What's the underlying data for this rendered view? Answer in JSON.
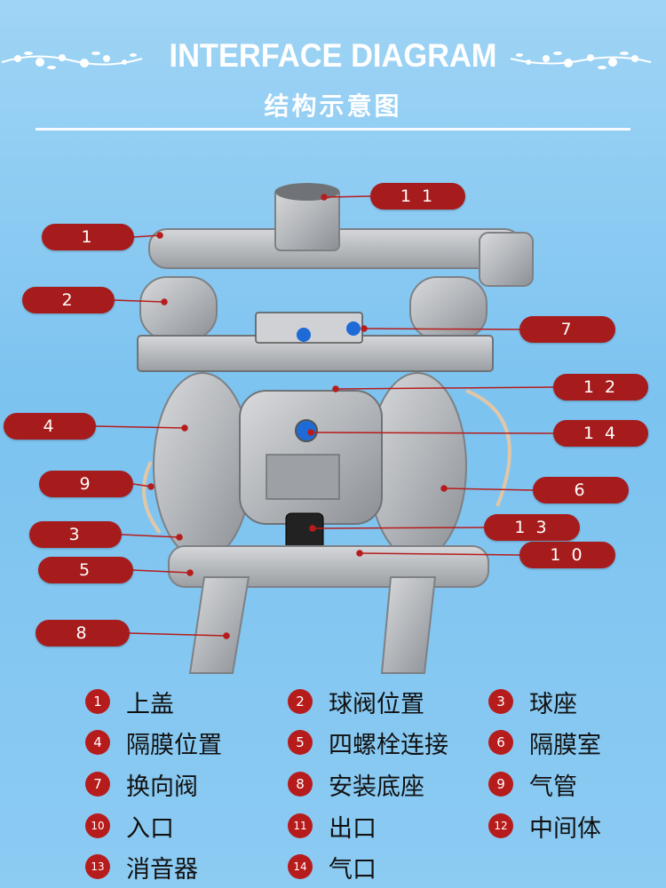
{
  "header": {
    "title_en": "INTERFACE DIAGRAM",
    "title_cn": "结构示意图"
  },
  "callouts": [
    {
      "id": "c1",
      "label": "1"
    },
    {
      "id": "c2",
      "label": "2"
    },
    {
      "id": "c3",
      "label": "3"
    },
    {
      "id": "c4",
      "label": "4"
    },
    {
      "id": "c5",
      "label": "5"
    },
    {
      "id": "c6",
      "label": "6"
    },
    {
      "id": "c7",
      "label": "7"
    },
    {
      "id": "c8",
      "label": "8"
    },
    {
      "id": "c9",
      "label": "9"
    },
    {
      "id": "c10",
      "label": "1 0"
    },
    {
      "id": "c11",
      "label": "1 1"
    },
    {
      "id": "c12",
      "label": "1 2"
    },
    {
      "id": "c13",
      "label": "1 3"
    },
    {
      "id": "c14",
      "label": "1 4"
    }
  ],
  "legend": [
    {
      "num": "1",
      "text": "上盖"
    },
    {
      "num": "2",
      "text": "球阀位置"
    },
    {
      "num": "3",
      "text": "球座"
    },
    {
      "num": "4",
      "text": "隔膜位置"
    },
    {
      "num": "5",
      "text": "四螺栓连接"
    },
    {
      "num": "6",
      "text": "隔膜室"
    },
    {
      "num": "7",
      "text": "换向阀"
    },
    {
      "num": "8",
      "text": "安装底座"
    },
    {
      "num": "9",
      "text": "气管"
    },
    {
      "num": "10",
      "text": "入口"
    },
    {
      "num": "11",
      "text": "出口"
    },
    {
      "num": "12",
      "text": "中间体"
    },
    {
      "num": "13",
      "text": "消音器"
    },
    {
      "num": "14",
      "text": "气口"
    }
  ],
  "colors": {
    "badge": "#b71c1c",
    "callout": "#a61c1c",
    "metal": "#b9bcc0"
  }
}
